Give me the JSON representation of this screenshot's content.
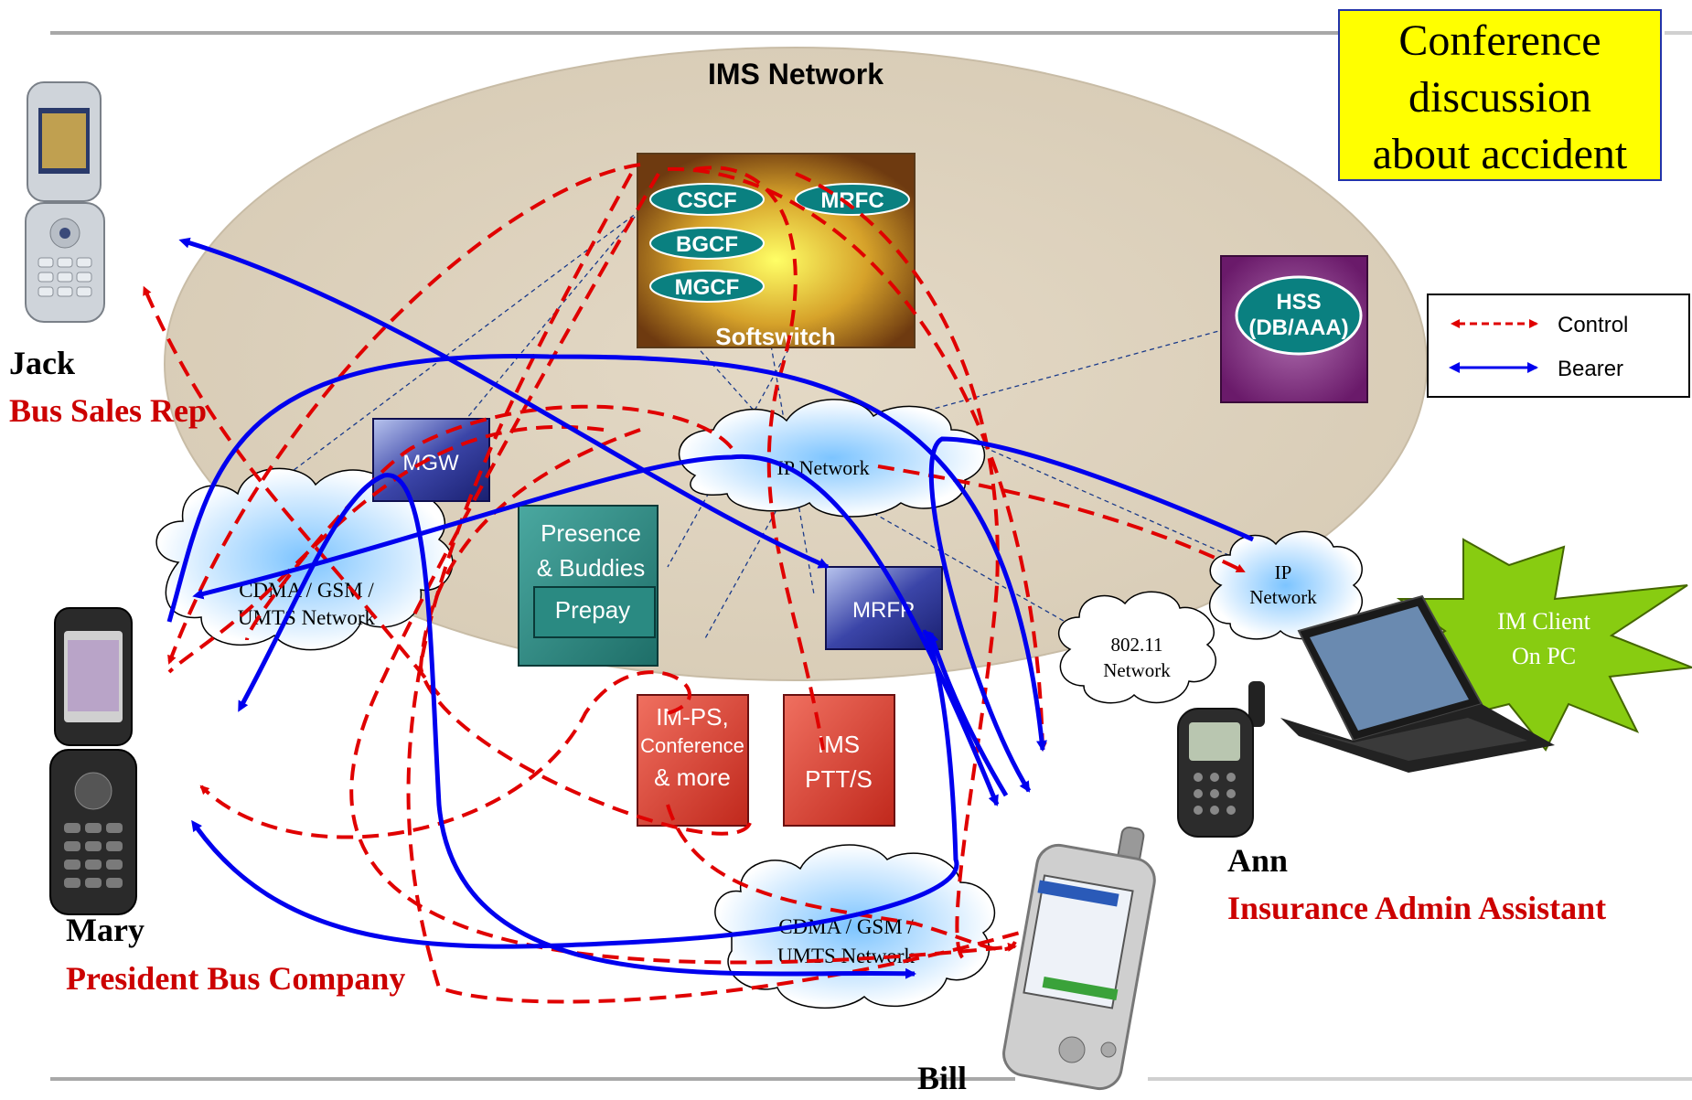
{
  "title": "IMS Network",
  "callout": {
    "line1": "Conference",
    "line2": "discussion",
    "line3": "about accident"
  },
  "legend": {
    "items": [
      {
        "label": "Control",
        "color": "#e00000",
        "style": "dashed",
        "icon": "double-arrow-dashed"
      },
      {
        "label": "Bearer",
        "color": "#0000ee",
        "style": "solid",
        "icon": "double-arrow-solid"
      }
    ]
  },
  "softswitch": {
    "label": "Softswitch",
    "functions": [
      "CSCF",
      "MRFC",
      "BGCF",
      "MGCF"
    ]
  },
  "hss": {
    "line1": "HSS",
    "line2": "(DB/AAA)"
  },
  "nodes": {
    "mgw": "MGW",
    "mrfp": "MRFP",
    "presence": {
      "line1": "Presence",
      "line2": "& Buddies"
    },
    "prepay": "Prepay",
    "improvider": {
      "line1": "IM-PS,",
      "line2": "Conference",
      "line3": "& more"
    },
    "imsptt": {
      "line1": "IMS",
      "line2": "PTT/S"
    }
  },
  "clouds": {
    "ip_core": "IP Network",
    "cdma_left": {
      "line1": "CDMA / GSM /",
      "line2": "UMTS Network"
    },
    "cdma_bottom": {
      "line1": "CDMA / GSM /",
      "line2": "UMTS Network"
    },
    "wifi": {
      "line1": "802.11",
      "line2": "Network"
    },
    "ip_right": {
      "line1": "IP",
      "line2": "Network"
    }
  },
  "starburst": {
    "line1": "IM Client",
    "line2": "On PC",
    "color": "#88cc11"
  },
  "people": {
    "jack": {
      "name": "Jack",
      "role": "Bus Sales Rep"
    },
    "mary": {
      "name": "Mary",
      "role": "President Bus Company"
    },
    "ann": {
      "name": "Ann",
      "role": "Insurance Admin Assistant"
    },
    "bill": {
      "name": "Bill"
    }
  },
  "devices": {
    "jack_phone": "flip-phone-icon",
    "mary_phone": "flip-phone-icon",
    "ann_phone": "wifi-handset-icon",
    "bill_pda": "pda-phone-icon",
    "ann_laptop": "laptop-icon"
  }
}
